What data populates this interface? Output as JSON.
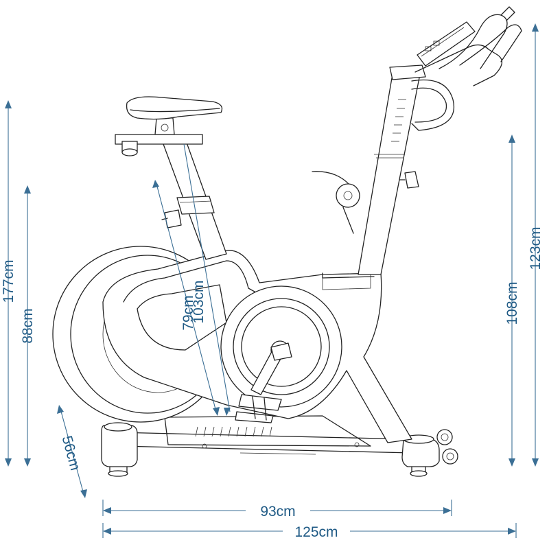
{
  "colors": {
    "dimension": "#3b6f95",
    "dimension_text": "#1f5a85",
    "line_art": "#222222",
    "background": "#ffffff"
  },
  "dimensions": {
    "total_height": "177cm",
    "handlebar_height": "123cm",
    "seat_height_max": "103cm",
    "seat_height_min": "79cm",
    "step_height": "88cm",
    "console_height": "108cm",
    "base_width": "56cm",
    "wheelbase": "93cm",
    "total_length": "125cm"
  }
}
